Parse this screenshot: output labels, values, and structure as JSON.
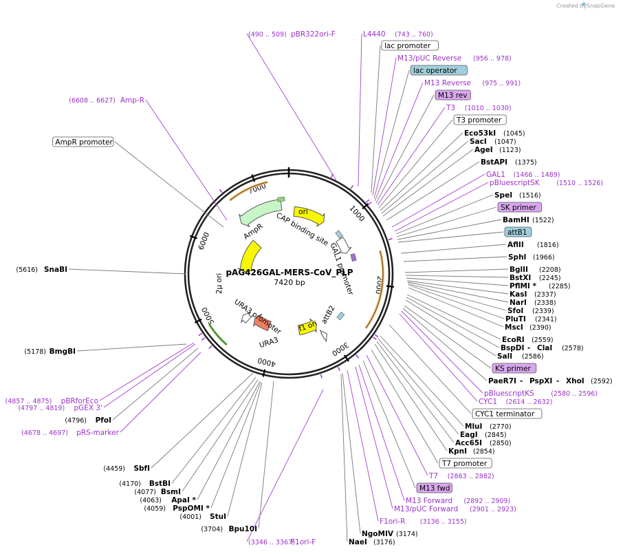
{
  "credit": {
    "prefix": "Created by",
    "brand": "SnapGene"
  },
  "plasmid": {
    "name": "pAG426GAL-MERS-CoV_PLP",
    "length": "7420 bp"
  },
  "ticks": [
    "1000",
    "2000",
    "3000",
    "4000",
    "5000",
    "6000",
    "7000"
  ],
  "ring_features": {
    "ori": "ori",
    "cap": "CAP binding site",
    "gal1": "GAL1 promoter",
    "attb2": "attB2",
    "f1ori": "f1 ori",
    "ura3": "URA3",
    "ura3p": "URA3 promoter",
    "two_u": "2μ ori",
    "ampr": "AmpR"
  },
  "right_labels": [
    {
      "kind": "primer",
      "name": "pBR322ori-F",
      "range": "(490 .. 509)",
      "rangeFirst": true
    },
    {
      "kind": "primer",
      "name": "L4440",
      "range": "(743 .. 760)"
    },
    {
      "kind": "featbox",
      "name": "lac promoter",
      "fill": "#ffffff"
    },
    {
      "kind": "primer",
      "name": "M13/pUC Reverse",
      "range": "(956 .. 978)"
    },
    {
      "kind": "featbox",
      "name": "lac operator",
      "fill": "#9fcfdc"
    },
    {
      "kind": "primer",
      "name": "M13 Reverse",
      "range": "(975 .. 991)"
    },
    {
      "kind": "featbox",
      "name": "M13 rev",
      "fill": "#d9a6ef"
    },
    {
      "kind": "primer",
      "name": "T3",
      "range": "(1010 .. 1030)"
    },
    {
      "kind": "featbox",
      "name": "T3 promoter",
      "fill": "#ffffff"
    },
    {
      "kind": "enzyme",
      "name": "Eco53kI",
      "range": "(1045)"
    },
    {
      "kind": "enzyme",
      "name": "SacI",
      "range": "(1047)"
    },
    {
      "kind": "enzyme",
      "name": "AgeI",
      "range": "(1123)"
    },
    {
      "kind": "enzyme",
      "name": "BstAPI",
      "range": "(1375)"
    },
    {
      "kind": "primer",
      "name": "GAL1",
      "range": "(1466 .. 1489)"
    },
    {
      "kind": "primer",
      "name": "pBluescriptSK",
      "range": "(1510 .. 1526)"
    },
    {
      "kind": "enzyme",
      "name": "SpeI",
      "range": "(1516)"
    },
    {
      "kind": "featbox",
      "name": "SK primer",
      "fill": "#d9a6ef"
    },
    {
      "kind": "enzyme",
      "name": "BamHI",
      "range": "(1522)"
    },
    {
      "kind": "featbox",
      "name": "attB1",
      "fill": "#9fcfdc"
    },
    {
      "kind": "enzyme",
      "name": "AflII",
      "range": "(1816)"
    },
    {
      "kind": "enzyme",
      "name": "SphI",
      "range": "(1966)"
    },
    {
      "kind": "enzyme",
      "name": "BglII",
      "range": "(2208)"
    },
    {
      "kind": "enzyme",
      "name": "BstXI",
      "range": "(2245)"
    },
    {
      "kind": "enzyme",
      "name": "PflMI *",
      "range": "(2285)"
    },
    {
      "kind": "enzyme",
      "name": "KasI",
      "range": "(2337)"
    },
    {
      "kind": "enzyme",
      "name": "NarI",
      "range": "(2338)"
    },
    {
      "kind": "enzyme",
      "name": "SfoI",
      "range": "(2339)"
    },
    {
      "kind": "enzyme",
      "name": "PluTI",
      "range": "(2341)"
    },
    {
      "kind": "enzyme",
      "name": "MscI",
      "range": "(2390)"
    },
    {
      "kind": "enzyme",
      "name": "EcoRI",
      "range": "(2559)"
    },
    {
      "kind": "enzyme",
      "name": "BspDI",
      "sep": " - ",
      "name2": "ClaI",
      "range": "(2578)"
    },
    {
      "kind": "enzyme",
      "name": "SalI",
      "range": "(2586)"
    },
    {
      "kind": "featbox",
      "name": "KS primer",
      "fill": "#d9a6ef"
    },
    {
      "kind": "enzyme",
      "name": "PaeR7I",
      "sep": " - ",
      "name2": "PspXI",
      "sep2": " - ",
      "name3": "XhoI",
      "range": "(2592)"
    },
    {
      "kind": "primer",
      "name": "pBluescriptKS",
      "range": "(2580 .. 2596)"
    },
    {
      "kind": "primer",
      "name": "CYC1",
      "range": "(2614 .. 2632)"
    },
    {
      "kind": "featbox",
      "name": "CYC1 terminator",
      "fill": "#ffffff"
    },
    {
      "kind": "enzyme",
      "name": "MluI",
      "range": "(2770)"
    },
    {
      "kind": "enzyme",
      "name": "EagI",
      "range": "(2845)"
    },
    {
      "kind": "enzyme",
      "name": "Acc65I",
      "range": "(2850)"
    },
    {
      "kind": "enzyme",
      "name": "KpnI",
      "range": "(2854)"
    },
    {
      "kind": "featbox",
      "name": "T7 promoter",
      "fill": "#ffffff"
    },
    {
      "kind": "primer",
      "name": "T7",
      "range": "(2863 .. 2882)"
    },
    {
      "kind": "featbox",
      "name": "M13 fwd",
      "fill": "#d9a6ef"
    },
    {
      "kind": "primer",
      "name": "M13 Forward",
      "range": "(2892 .. 2909)"
    },
    {
      "kind": "primer",
      "name": "M13/pUC Forward",
      "range": "(2901 .. 2923)"
    },
    {
      "kind": "primer",
      "name": "F1ori-R",
      "range": "(3136 .. 3155)"
    },
    {
      "kind": "enzyme",
      "name": "NgoMIV",
      "range": "(3174)"
    },
    {
      "kind": "enzyme",
      "name": "NaeI",
      "range": "(3176)"
    },
    {
      "kind": "primer",
      "name": "F1ori-F",
      "range": "(3346 .. 3367)",
      "rangeFirst": true
    }
  ],
  "left_labels": [
    {
      "kind": "primer",
      "name": "Amp-R",
      "range": "(6608 .. 6627)"
    },
    {
      "kind": "featbox",
      "name": "AmpR promoter",
      "fill": "#ffffff"
    },
    {
      "kind": "enzyme",
      "name": "SnaBI",
      "range": "(5616)"
    },
    {
      "kind": "enzyme",
      "name": "BmgBI",
      "range": "(5178)"
    },
    {
      "kind": "primer",
      "name": "pBRforEco",
      "range": "(4857 .. 4875)"
    },
    {
      "kind": "primer",
      "name": "pGEX 3'",
      "range": "(4797 .. 4819)"
    },
    {
      "kind": "enzyme",
      "name": "PfoI",
      "range": "(4796)"
    },
    {
      "kind": "primer",
      "name": "pRS-marker",
      "range": "(4678 .. 4697)"
    },
    {
      "kind": "enzyme",
      "name": "SbfI",
      "range": "(4459)"
    },
    {
      "kind": "enzyme",
      "name": "BstBI",
      "range": "(4170)"
    },
    {
      "kind": "enzyme",
      "name": "BsmI",
      "range": "(4077)"
    },
    {
      "kind": "enzyme",
      "name": "ApaI *",
      "range": "(4063)"
    },
    {
      "kind": "enzyme",
      "name": "PspOMI *",
      "range": "(4059)"
    },
    {
      "kind": "enzyme",
      "name": "StuI",
      "range": "(4001)"
    },
    {
      "kind": "enzyme",
      "name": "Bpu10I",
      "range": "(3704)"
    }
  ]
}
